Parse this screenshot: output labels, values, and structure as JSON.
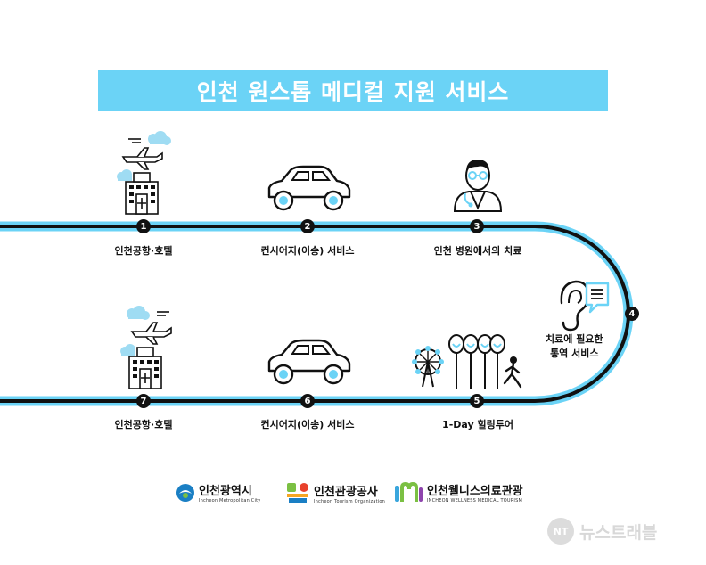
{
  "title": "인천 원스톱 메디컬 지원 서비스",
  "steps": [
    {
      "number": "1",
      "label": "인천공항·호텔"
    },
    {
      "number": "2",
      "label": "컨시어지(이송) 서비스"
    },
    {
      "number": "3",
      "label": "인천 병원에서의 치료"
    },
    {
      "number": "4",
      "label_line1": "치료에 필요한",
      "label_line2": "통역 서비스"
    },
    {
      "number": "5",
      "label": "1-Day 힐링투어"
    },
    {
      "number": "6",
      "label": "컨시어지(이송) 서비스"
    },
    {
      "number": "7",
      "label": "인천공항·호텔"
    }
  ],
  "logos": {
    "incheon_city": {
      "name": "인천광역시",
      "sub": "Incheon Metropolitan City"
    },
    "tourism_org": {
      "name": "인천관광공사",
      "sub": "Incheon Tourism Organization"
    },
    "wellness": {
      "name": "인천웰니스의료관광",
      "sub": "INCHEON WELLNESS MEDICAL TOURISM"
    }
  },
  "watermark": {
    "badge": "NT",
    "text": "뉴스트래블"
  },
  "colors": {
    "accent": "#6bd3f6",
    "track": "#111111",
    "glow": "#5ec8ef"
  }
}
